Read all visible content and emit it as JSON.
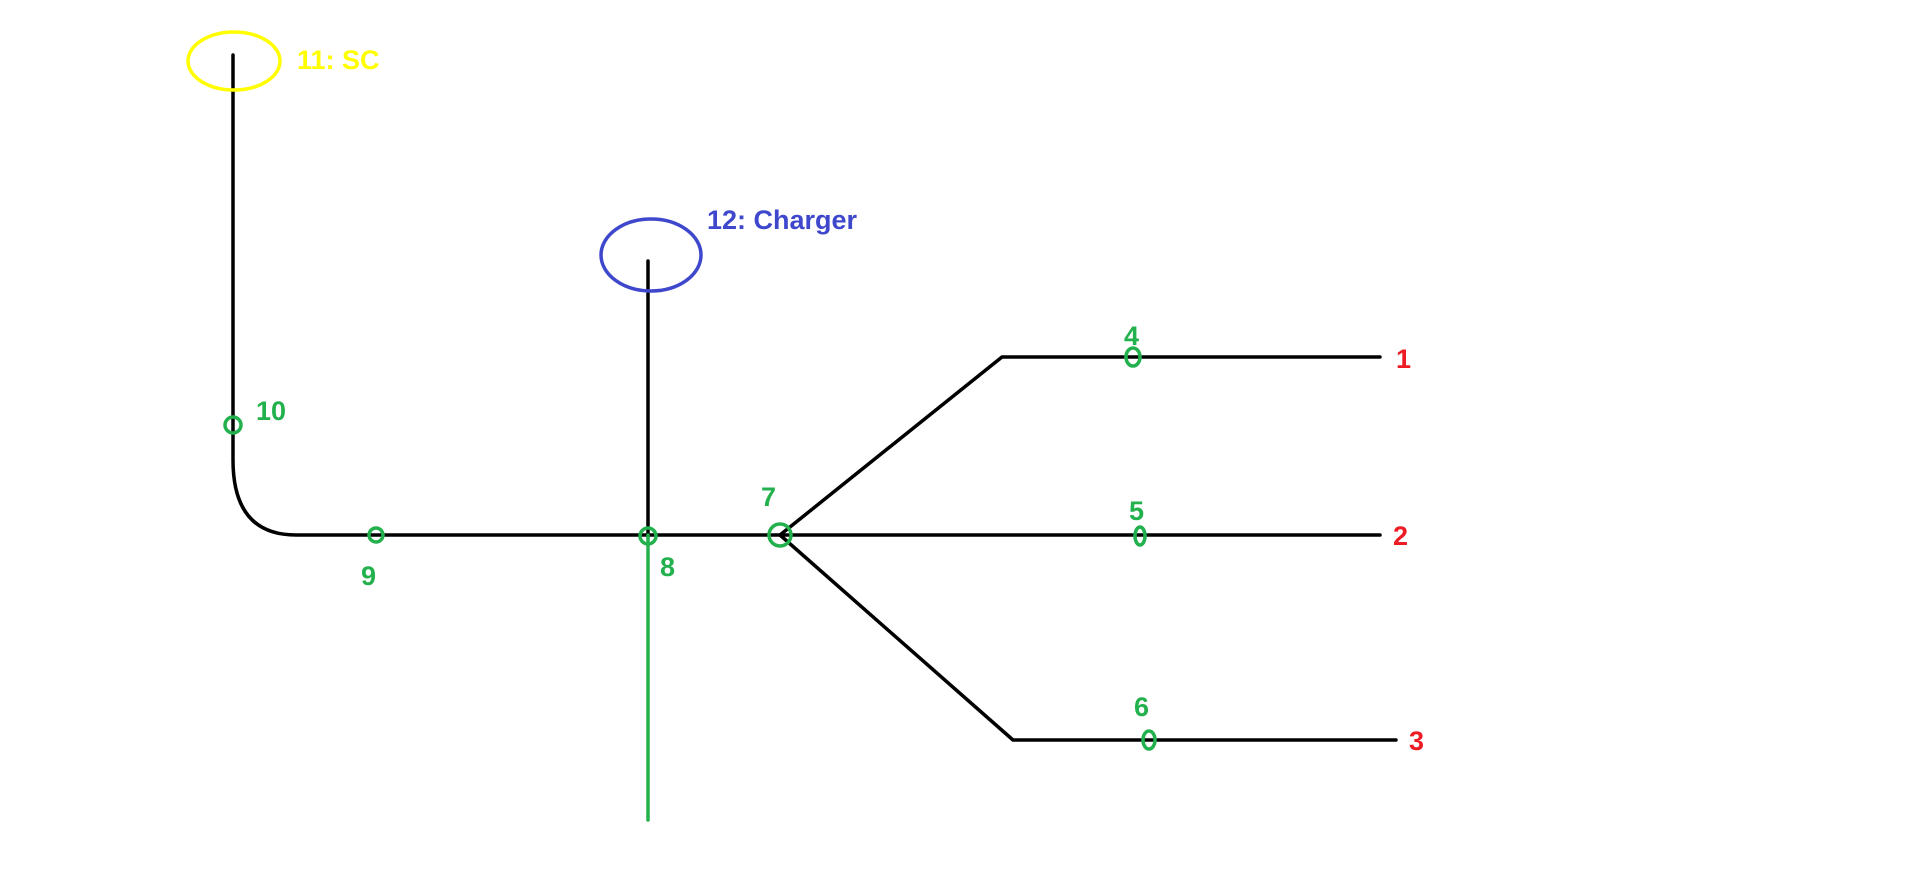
{
  "colors": {
    "wire": "#000000",
    "node": "#22b14c",
    "terminal": "#ed1c24",
    "sc": "#ffff00",
    "charger": "#3f48cc",
    "branch": "#22b14c"
  },
  "labels": {
    "terminal_1": "1",
    "terminal_2": "2",
    "terminal_3": "3",
    "node_4": "4",
    "node_5": "5",
    "node_6": "6",
    "node_7": "7",
    "node_8": "8",
    "node_9": "9",
    "node_10": "10",
    "sc": "11: SC",
    "charger": "12: Charger"
  }
}
